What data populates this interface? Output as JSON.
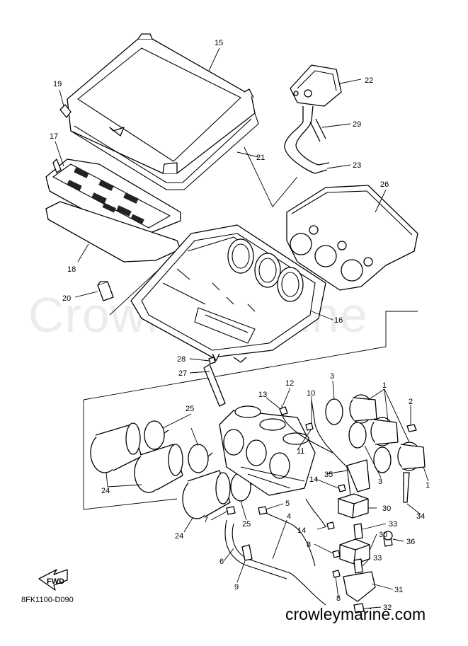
{
  "watermark": "CrowleyMarine",
  "diagram_code": "8FK1100-D090",
  "site": "crowleymarine.com",
  "fwd_label": "FWD",
  "callouts": {
    "c1a": "1",
    "c1b": "1",
    "c2": "2",
    "c3a": "3",
    "c3b": "3",
    "c4": "4",
    "c5": "5",
    "c6": "6",
    "c7": "7",
    "c8a": "8",
    "c8b": "8",
    "c9": "9",
    "c10": "10",
    "c11": "11",
    "c12": "12",
    "c13": "13",
    "c14a": "14",
    "c14b": "14",
    "c15": "15",
    "c16": "16",
    "c17": "17",
    "c18": "18",
    "c19": "19",
    "c20": "20",
    "c21": "21",
    "c22": "22",
    "c23": "23",
    "c24a": "24",
    "c24b": "24",
    "c25a": "25",
    "c25b": "25",
    "c26": "26",
    "c27": "27",
    "c28": "28",
    "c29": "29",
    "c30a": "30",
    "c30b": "30",
    "c31": "31",
    "c32": "32",
    "c33a": "33",
    "c33b": "33",
    "c34": "34",
    "c35": "35",
    "c36": "36"
  }
}
